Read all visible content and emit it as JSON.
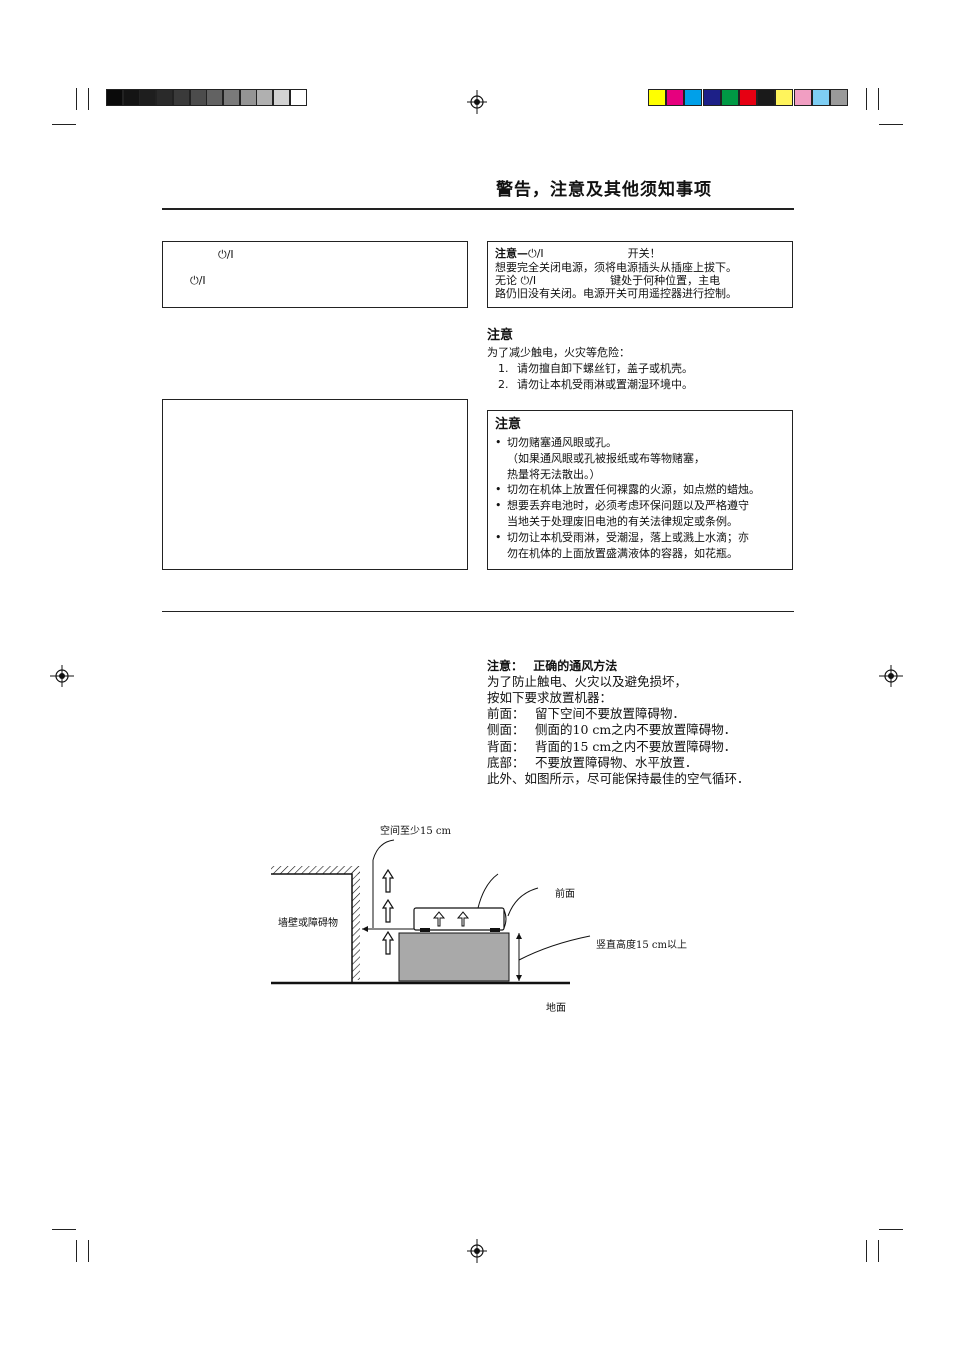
{
  "page": {
    "title": "警告，注意及其他须知事项"
  },
  "calibration": {
    "gray_bar": [
      "#0a0a0a",
      "#141414",
      "#1e1e1e",
      "#2a2a2a",
      "#3a3a3a",
      "#4c4c4c",
      "#626262",
      "#7a7a7a",
      "#949494",
      "#b0b0b0",
      "#d2d2d2",
      "#ffffff"
    ],
    "color_bar": [
      "#ffff00",
      "#e6007e",
      "#00a0e9",
      "#1d2088",
      "#009944",
      "#e60012",
      "#1a1a1a",
      "#fff45c",
      "#f19ec2",
      "#7ecef4",
      "#9a9a9a"
    ]
  },
  "left_box_top": {
    "line1_symbol": "⏻/I",
    "line2_symbol": "⏻/I"
  },
  "caution_power": {
    "heading_prefix": "注意—",
    "heading_symbol": "⏻/I",
    "heading_suffix": "开关！",
    "line1": "想要完全关闭电源，须将电源插头从插座上拔下。",
    "line2_prefix": "无论",
    "line2_symbol": "⏻/I",
    "line2_suffix": "键处于何种位置，主电",
    "line3": "路仍旧没有关闭。电源开关可用遥控器进行控制。"
  },
  "caution_shock": {
    "heading": "注意",
    "intro": "为了减少触电，火灾等危险：",
    "items": [
      {
        "num": "1.",
        "text": "请勿擅自卸下螺丝钉，盖子或机壳。"
      },
      {
        "num": "2.",
        "text": "请勿让本机受雨淋或置潮湿环境中。"
      }
    ]
  },
  "caution_ventilation_box": {
    "heading": "注意",
    "items": [
      {
        "lines": [
          "切勿赌塞通风眼或孔。",
          "（如果通风眼或孔被报纸或布等物赌塞，",
          "热量将无法散出。）"
        ]
      },
      {
        "lines": [
          "切勿在机体上放置任何裸露的火源，如点燃的蜡烛。"
        ]
      },
      {
        "lines": [
          "想要丢弃电池时，必须考虑环保问题以及严格遵守",
          "当地关于处理废旧电池的有关法律规定或条例。"
        ]
      },
      {
        "lines": [
          "切勿让本机受雨淋，受潮湿，落上或溅上水滴；亦",
          "勿在机体的上面放置盛满液体的容器，如花瓶。"
        ]
      }
    ]
  },
  "proper_ventilation": {
    "heading_prefix": "注意：",
    "heading": "正确的通风方法",
    "line1": "为了防止触电、火灾以及避免损坏，",
    "line2": "按如下要求放置机器：",
    "rows": [
      {
        "label": "前面：",
        "text": "留下空间不要放置障碍物．"
      },
      {
        "label": "侧面：",
        "text": "侧面的10 cm之内不要放置障碍物．"
      },
      {
        "label": "背面：",
        "text": "背面的15 cm之内不要放置障碍物．"
      },
      {
        "label": "底部：",
        "text": "不要放置障碍物、水平放置．"
      }
    ],
    "closing": "此外、如图所示，尽可能保持最佳的空气循环．"
  },
  "diagram": {
    "label_space": "空间至少15 cm",
    "label_front": "前面",
    "label_wall": "墙壁或障碍物",
    "label_height": "竖直高度15 cm以上",
    "label_floor": "地面"
  }
}
